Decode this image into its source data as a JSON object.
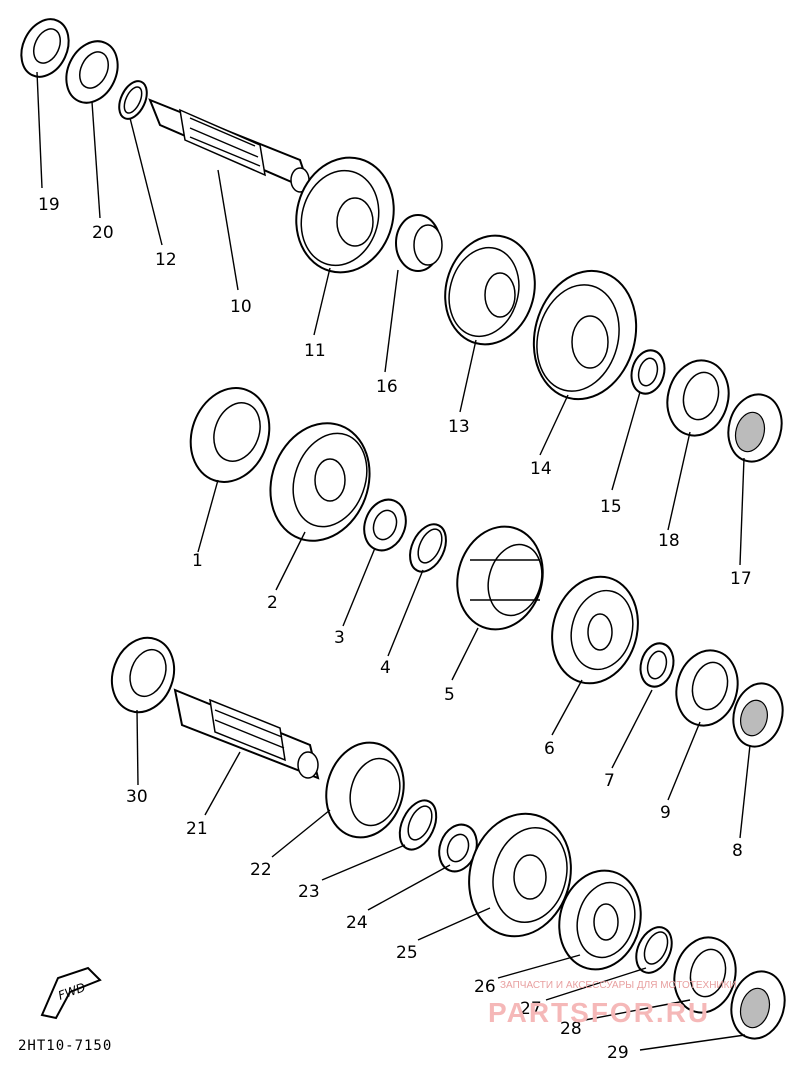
{
  "diagram": {
    "part_labels": [
      {
        "id": "p19",
        "text": "19"
      },
      {
        "id": "p20",
        "text": "20"
      },
      {
        "id": "p12",
        "text": "12"
      },
      {
        "id": "p10",
        "text": "10"
      },
      {
        "id": "p11",
        "text": "11"
      },
      {
        "id": "p16",
        "text": "16"
      },
      {
        "id": "p13",
        "text": "13"
      },
      {
        "id": "p14",
        "text": "14"
      },
      {
        "id": "p15",
        "text": "15"
      },
      {
        "id": "p18",
        "text": "18"
      },
      {
        "id": "p17",
        "text": "17"
      },
      {
        "id": "p1",
        "text": "1"
      },
      {
        "id": "p2",
        "text": "2"
      },
      {
        "id": "p3",
        "text": "3"
      },
      {
        "id": "p4",
        "text": "4"
      },
      {
        "id": "p5",
        "text": "5"
      },
      {
        "id": "p6",
        "text": "6"
      },
      {
        "id": "p7",
        "text": "7"
      },
      {
        "id": "p9",
        "text": "9"
      },
      {
        "id": "p8",
        "text": "8"
      },
      {
        "id": "p30",
        "text": "30"
      },
      {
        "id": "p21",
        "text": "21"
      },
      {
        "id": "p22",
        "text": "22"
      },
      {
        "id": "p23",
        "text": "23"
      },
      {
        "id": "p24",
        "text": "24"
      },
      {
        "id": "p25",
        "text": "25"
      },
      {
        "id": "p26",
        "text": "26"
      },
      {
        "id": "p27",
        "text": "27"
      },
      {
        "id": "p28",
        "text": "28"
      },
      {
        "id": "p29",
        "text": "29"
      }
    ],
    "fwd_symbol": "FWD",
    "drawing_code": "2HT10-7150"
  },
  "watermark": {
    "tagline": "ЗАПЧАСТИ И АКСЕССУАРЫ ДЛЯ МОТОТЕХНИКИ",
    "brand": "PARTSFOR.RU"
  }
}
